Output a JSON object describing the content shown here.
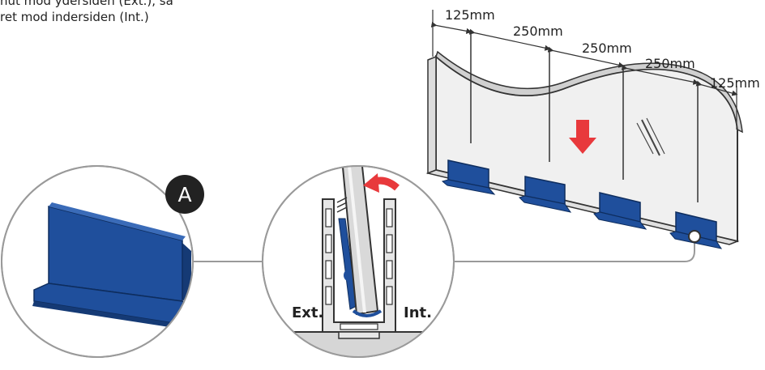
{
  "instruction": {
    "line1": "nut mod ydersiden (Ext.), så",
    "line2": "ret mod indersiden (Int.)"
  },
  "callout": {
    "letter": "A"
  },
  "detail": {
    "ext_label": "Ext.",
    "int_label": "Int."
  },
  "dimensions": {
    "d1": "125mm",
    "d2": "250mm",
    "d3": "250mm",
    "d4": "250mm",
    "d5": "125mm"
  },
  "colors": {
    "accent_blue": "#1f4f9c",
    "accent_red": "#e8393c",
    "outline": "#333333",
    "light_gray": "#e6e6e6"
  }
}
